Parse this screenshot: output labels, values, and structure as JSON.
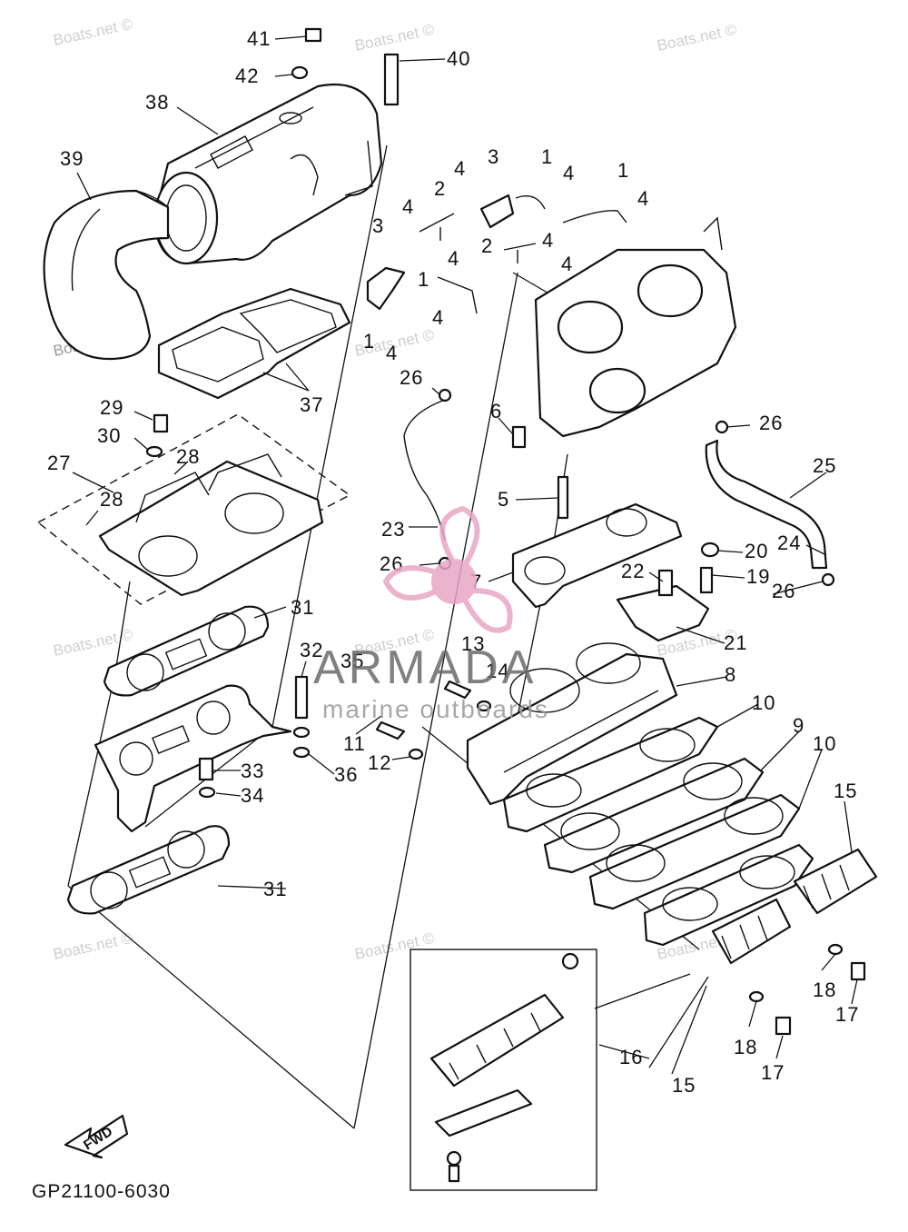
{
  "diagram": {
    "labels": [
      {
        "id": "41",
        "text": "41"
      },
      {
        "id": "42",
        "text": "42"
      },
      {
        "id": "40",
        "text": "40"
      },
      {
        "id": "38",
        "text": "38"
      },
      {
        "id": "39",
        "text": "39"
      },
      {
        "id": "37",
        "text": "37"
      },
      {
        "id": "29",
        "text": "29"
      },
      {
        "id": "30",
        "text": "30"
      },
      {
        "id": "27",
        "text": "27"
      },
      {
        "id": "28a",
        "text": "28"
      },
      {
        "id": "28b",
        "text": "28"
      },
      {
        "id": "31a",
        "text": "31"
      },
      {
        "id": "31b",
        "text": "31"
      },
      {
        "id": "32",
        "text": "32"
      },
      {
        "id": "35",
        "text": "35"
      },
      {
        "id": "33",
        "text": "33"
      },
      {
        "id": "34",
        "text": "34"
      },
      {
        "id": "36",
        "text": "36"
      },
      {
        "id": "11",
        "text": "11"
      },
      {
        "id": "12",
        "text": "12"
      },
      {
        "id": "13",
        "text": "13"
      },
      {
        "id": "14",
        "text": "14"
      },
      {
        "id": "8",
        "text": "8"
      },
      {
        "id": "10a",
        "text": "10"
      },
      {
        "id": "10b",
        "text": "10"
      },
      {
        "id": "9",
        "text": "9"
      },
      {
        "id": "15a",
        "text": "15"
      },
      {
        "id": "15b",
        "text": "15"
      },
      {
        "id": "16",
        "text": "16"
      },
      {
        "id": "18a",
        "text": "18"
      },
      {
        "id": "18b",
        "text": "18"
      },
      {
        "id": "17a",
        "text": "17"
      },
      {
        "id": "17b",
        "text": "17"
      },
      {
        "id": "22",
        "text": "22"
      },
      {
        "id": "19",
        "text": "19"
      },
      {
        "id": "20",
        "text": "20"
      },
      {
        "id": "21",
        "text": "21"
      },
      {
        "id": "24",
        "text": "24"
      },
      {
        "id": "25",
        "text": "25"
      },
      {
        "id": "26a",
        "text": "26"
      },
      {
        "id": "26b",
        "text": "26"
      },
      {
        "id": "26c",
        "text": "26"
      },
      {
        "id": "26d",
        "text": "26"
      },
      {
        "id": "23",
        "text": "23"
      },
      {
        "id": "7",
        "text": "7"
      },
      {
        "id": "5",
        "text": "5"
      },
      {
        "id": "6",
        "text": "6"
      },
      {
        "id": "3a",
        "text": "3"
      },
      {
        "id": "3b",
        "text": "3"
      },
      {
        "id": "2a",
        "text": "2"
      },
      {
        "id": "2b",
        "text": "2"
      },
      {
        "id": "1a",
        "text": "1"
      },
      {
        "id": "1b",
        "text": "1"
      },
      {
        "id": "1c",
        "text": "1"
      },
      {
        "id": "1d",
        "text": "1"
      },
      {
        "id": "4a",
        "text": "4"
      },
      {
        "id": "4b",
        "text": "4"
      },
      {
        "id": "4c",
        "text": "4"
      },
      {
        "id": "4d",
        "text": "4"
      },
      {
        "id": "4e",
        "text": "4"
      },
      {
        "id": "4f",
        "text": "4"
      },
      {
        "id": "4g",
        "text": "4"
      },
      {
        "id": "4h",
        "text": "4"
      },
      {
        "id": "4i",
        "text": "4"
      }
    ],
    "drawing_code": "GP21100-6030",
    "fwd_marker": "FWD"
  },
  "watermarks": {
    "site": "Boats.net ©",
    "brand_name": "ARMADA",
    "brand_tagline": "marine outboards",
    "brand_color": "#e8a6c4"
  }
}
